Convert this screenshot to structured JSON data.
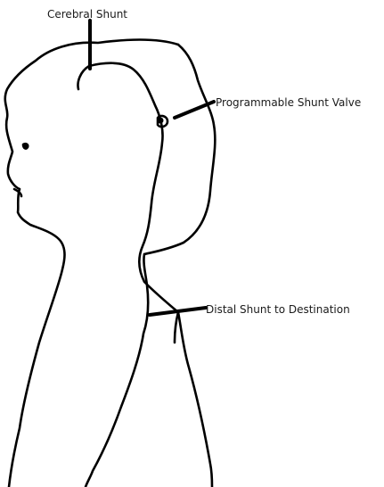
{
  "labels": {
    "cerebral_shunt": "Cerebral Shunt",
    "programmable_valve": "Programmable Shunt Valve",
    "distal_shunt": "Distal Shunt to Destination"
  },
  "colors": {
    "ink": "#000000",
    "background": "#ffffff",
    "text": "#1a1a1a"
  }
}
